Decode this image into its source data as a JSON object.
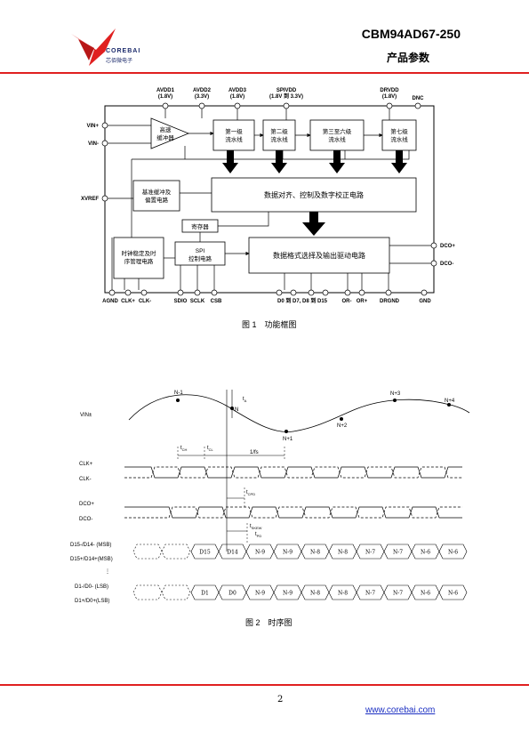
{
  "header": {
    "part_number": "CBM94AD67-250",
    "subtitle": "产品参数",
    "brand_name": "COREBAI",
    "brand_cn": "芯佰微电子",
    "accent": "#e02020"
  },
  "figure1": {
    "caption": "图 1　功能框图",
    "supply_pins": [
      {
        "name": "AVDD1",
        "volt": "(1.8V)"
      },
      {
        "name": "AVDD2",
        "volt": "(3.3V)"
      },
      {
        "name": "AVDD3",
        "volt": "(1.8V)"
      },
      {
        "name": "SPIVDD",
        "volt": "(1.8V 到 3.3V)"
      },
      {
        "name": "DRVDD",
        "volt": "(1.8V)"
      },
      {
        "name": "DNC",
        "volt": ""
      }
    ],
    "left_pins": [
      "VIN+",
      "VIN-",
      "XVREF"
    ],
    "right_pins": [
      "DCO+",
      "DCO-"
    ],
    "bottom_pins": [
      "AGND",
      "CLK+",
      "CLK-",
      "SDIO",
      "SCLK",
      "CSB",
      "D0 到 D7, D8 到 D15",
      "OR-",
      "OR+",
      "DRGND",
      "GND"
    ],
    "blocks": {
      "buffer": [
        "高速",
        "缓冲器"
      ],
      "stage1": [
        "第一级",
        "流水线"
      ],
      "stage2": [
        "第二级",
        "流水线"
      ],
      "stage36": [
        "第三至六级",
        "流水线"
      ],
      "stage7": [
        "第七级",
        "流水线"
      ],
      "align": "数据对齐、控制及数字校正电路",
      "vref": [
        "基准缓冲及",
        "偏置电路"
      ],
      "register": "寄存器",
      "spi": [
        "SPI",
        "控制电路"
      ],
      "clock": [
        "时钟稳定及时",
        "序管理电路"
      ],
      "output": "数据格式选择及输出驱动电路"
    }
  },
  "figure2": {
    "caption": "图 2　时序图",
    "sample_labels": [
      "N-1",
      "N",
      "N+1",
      "N+2",
      "N+3",
      "N+4"
    ],
    "timing_labels": {
      "ta": "t",
      "ta_sub": "A",
      "tch": "t",
      "tch_sub": "CH",
      "tcl": "t",
      "tcl_sub": "CL",
      "period": "1/fs",
      "tcpd": "t",
      "tcpd_sub": "CPD",
      "tskew": "t",
      "tskew_sub": "SKEW",
      "tpd": "t",
      "tpd_sub": "PD"
    },
    "signals": [
      "VIN±",
      "CLK+",
      "CLK-",
      "DCO+",
      "DCO-",
      "D15-/D14- (MSB)",
      "D15+/D14+(MSB)",
      "⋮",
      "D1-/D0- (LSB)",
      "D1+/D0+(LSB)"
    ],
    "msb_data": [
      "D15",
      "D14",
      "N-9",
      "N-9",
      "N-8",
      "N-8",
      "N-7",
      "N-7",
      "N-6",
      "N-6"
    ],
    "lsb_data": [
      "D1",
      "D0",
      "N-9",
      "N-9",
      "N-8",
      "N-8",
      "N-7",
      "N-7",
      "N-6",
      "N-6"
    ]
  },
  "footer": {
    "page_number": "2",
    "url": "www.corebai.com"
  }
}
